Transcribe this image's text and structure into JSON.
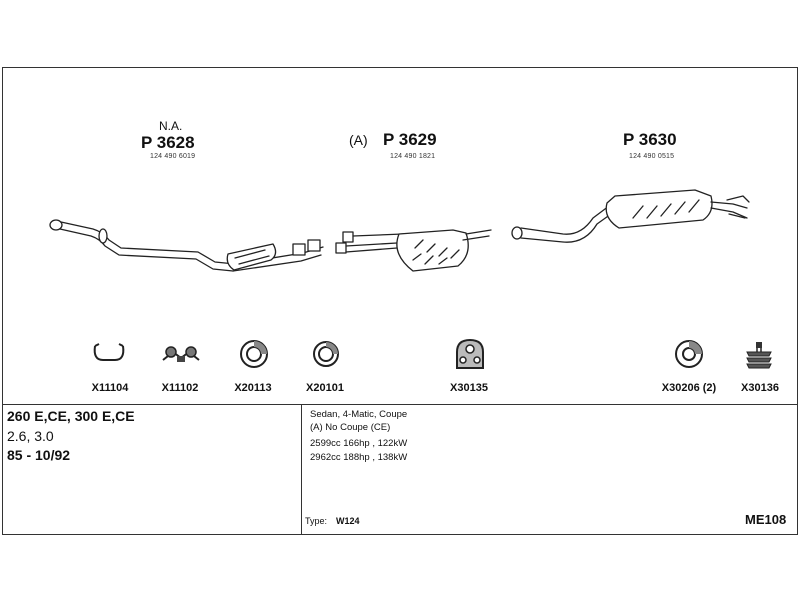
{
  "parts": [
    {
      "prefix": "",
      "number": "P 3628",
      "oem": "124 490 6019",
      "note": "N.A."
    },
    {
      "prefix": "(A)",
      "number": "P 3629",
      "oem": "124 490 1821",
      "note": ""
    },
    {
      "prefix": "",
      "number": "P 3630",
      "oem": "124 490 0515",
      "note": ""
    }
  ],
  "hardware": [
    {
      "code": "X11104",
      "icon": "hanger-clip-icon"
    },
    {
      "code": "X11102",
      "icon": "rubber-mount-icon"
    },
    {
      "code": "X20113",
      "icon": "gasket-ring-icon"
    },
    {
      "code": "X20101",
      "icon": "gasket-ring-icon"
    },
    {
      "code": "X30135",
      "icon": "rubber-hanger-icon"
    },
    {
      "code": "X30206 (2)",
      "icon": "gasket-ring-icon"
    },
    {
      "code": "X30136",
      "icon": "stacked-bracket-icon"
    }
  ],
  "vehicle": {
    "models": "260 E,CE, 300 E,CE",
    "engines": "2.6, 3.0",
    "years": "85 - 10/92"
  },
  "details": {
    "lines": [
      "Sedan, 4-Matic, Coupe",
      "(A) No Coupe (CE)",
      "2599cc 166hp , 122kW",
      "2962cc 188hp , 138kW"
    ],
    "type_label": "Type:",
    "type_value": "W124"
  },
  "diagram_code": "ME108"
}
